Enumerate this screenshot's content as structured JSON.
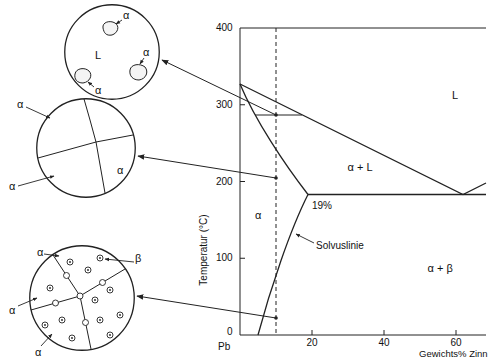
{
  "diagram": {
    "nodes": [
      {
        "text": [
          "α",
          "L",
          "α",
          "α"
        ]
      },
      {
        "text": [
          "α",
          "α",
          "α"
        ]
      },
      {
        "text": [
          "α",
          "β",
          "α",
          "α"
        ]
      }
    ],
    "labels": [
      "400",
      "300",
      "200",
      "100",
      "0",
      "Pb",
      "20",
      "40",
      "60",
      "Gewichts% Zinn",
      "Temperatur (°C)",
      "L",
      "α + L",
      "α",
      "19%",
      "Solvuslinie",
      "α + β"
    ]
  }
}
